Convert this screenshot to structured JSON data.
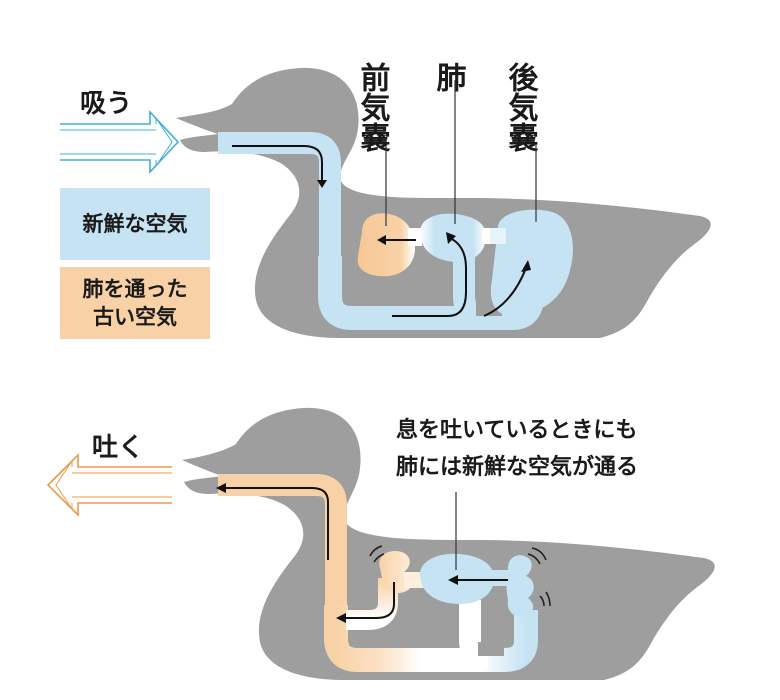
{
  "top": {
    "action_label": "吸う",
    "sac_front_label": "前気嚢",
    "lung_label": "肺",
    "sac_back_label": "後気嚢"
  },
  "legend": {
    "fresh_air": "新鮮な空気",
    "used_air_line1": "肺を通った",
    "used_air_line2": "古い空気"
  },
  "bottom": {
    "action_label": "吐く",
    "caption_line1": "息を吐いているときにも",
    "caption_line2": "肺には新鮮な空気が通る"
  },
  "colors": {
    "duck_body": "#9e9e9e",
    "fresh_air": "#c6e3f4",
    "used_air": "#f8d2a6",
    "inhale_arrow": "#3fb0d8",
    "exhale_arrow": "#ec9a45",
    "flow_arrow": "#111111"
  }
}
